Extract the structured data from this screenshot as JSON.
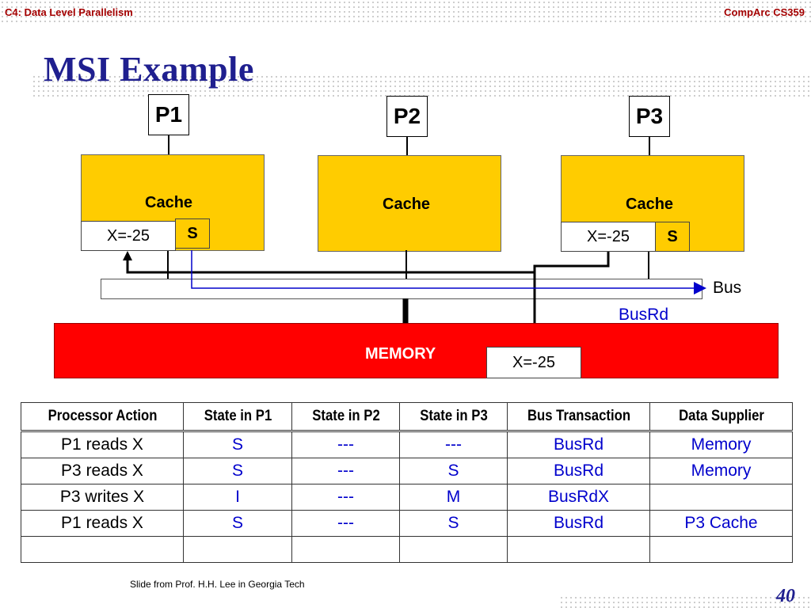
{
  "header": {
    "left": "C4: Data Level Parallelism",
    "right": "CompArc CS359"
  },
  "slide": {
    "title": "MSI Example",
    "page_number": "40",
    "credit": "Slide from Prof. H.H. Lee in Georgia Tech"
  },
  "diagram": {
    "processors": [
      "P1",
      "P2",
      "P3"
    ],
    "caches": [
      {
        "label": "Cache",
        "value": "X=-25",
        "state": "S"
      },
      {
        "label": "Cache"
      },
      {
        "label": "Cache",
        "value": "X=-25",
        "state": "S"
      }
    ],
    "bus_label": "Bus",
    "bus_transaction": "BusRd",
    "memory_label": "MEMORY",
    "memory_value": "X=-25"
  },
  "table": {
    "headers": [
      "Processor Action",
      "State in P1",
      "State in P2",
      "State in P3",
      "Bus Transaction",
      "Data Supplier"
    ],
    "rows": [
      [
        "P1 reads X",
        "S",
        "---",
        "---",
        "BusRd",
        "Memory"
      ],
      [
        "P3 reads X",
        "S",
        "---",
        "S",
        "BusRd",
        "Memory"
      ],
      [
        "P3 writes X",
        "I",
        "---",
        "M",
        "BusRdX",
        ""
      ],
      [
        "P1 reads X",
        "S",
        "---",
        "S",
        "BusRd",
        "P3 Cache"
      ],
      [
        "",
        "",
        "",
        "",
        "",
        ""
      ]
    ]
  },
  "colors": {
    "title": "#1f1f8f",
    "header_text": "#a40000",
    "cache_fill": "#ffcc00",
    "memory_fill": "#ff0000",
    "table_values": "#0000cc"
  }
}
